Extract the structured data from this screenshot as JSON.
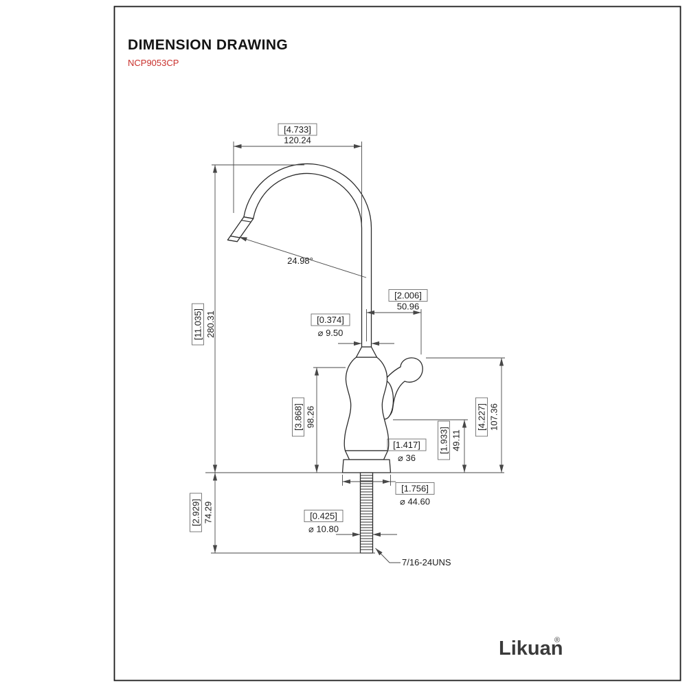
{
  "header": {
    "title": "DIMENSION DRAWING",
    "model": "NCP9053CP"
  },
  "colors": {
    "model_red": "#c9302c",
    "logo": "#3a3a3a"
  },
  "dimensions": {
    "top_width": {
      "inch": "[4.733]",
      "mm": "120.24"
    },
    "total_height": {
      "inch": "[11.035]",
      "mm": "280.31"
    },
    "below_counter_height": {
      "inch": "[2.929]",
      "mm": "74.29"
    },
    "spout_angle": "24.98°",
    "handle_reach": {
      "inch": "[2.006]",
      "mm": "50.96"
    },
    "spout_diameter": {
      "inch": "[0.374]",
      "mm": "⌀ 9.50"
    },
    "body_height": {
      "inch": "[3.868]",
      "mm": "98.26"
    },
    "body_diameter": {
      "inch": "[1.417]",
      "mm": "⌀ 36"
    },
    "handle_bottom_height": {
      "inch": "[1.933]",
      "mm": "49.11"
    },
    "handle_top_height": {
      "inch": "[4.227]",
      "mm": "107.36"
    },
    "base_diameter": {
      "inch": "[1.756]",
      "mm": "⌀ 44.60"
    },
    "shank_diameter": {
      "inch": "[0.425]",
      "mm": "⌀ 10.80"
    },
    "thread_spec": "7/16-24UNS"
  },
  "footer": {
    "logo": "Likuan",
    "registered_mark": "®"
  }
}
